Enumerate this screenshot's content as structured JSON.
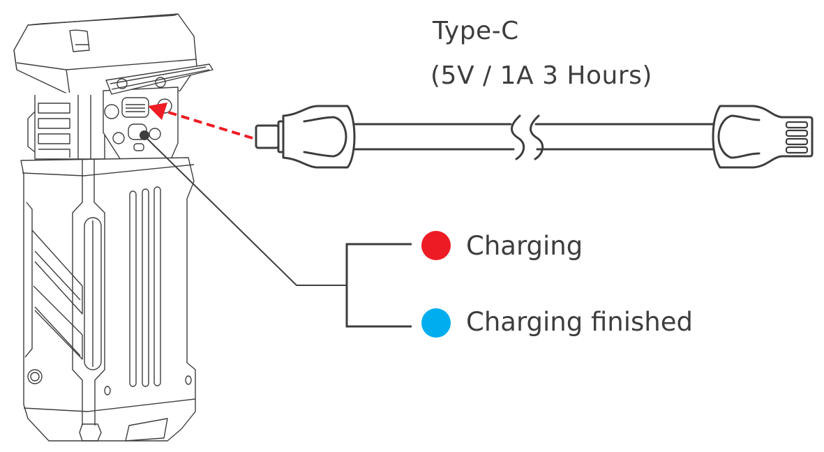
{
  "cable": {
    "type_label": "Type-C",
    "spec_label": "(5V / 1A  3 Hours)"
  },
  "indicator": {
    "states": [
      {
        "label": "Charging",
        "color": "#ED1C24"
      },
      {
        "label": "Charging finished",
        "color": "#00AEEF"
      }
    ]
  },
  "colors": {
    "line": "#3d3d3d",
    "arrow": "#ED1C24"
  }
}
